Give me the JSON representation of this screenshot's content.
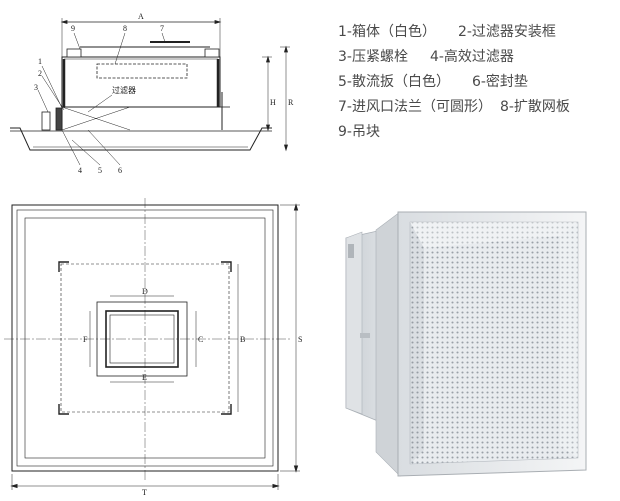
{
  "legend": {
    "rows": [
      [
        "1-箱体（白色）",
        "2-过滤器安装框"
      ],
      [
        "3-压紧螺栓",
        "4-高效过滤器"
      ],
      [
        "5-散流扳（白色）",
        "6-密封垫"
      ],
      [
        "7-进风口法兰（可圆形）",
        "8-扩散网板"
      ],
      [
        "9-吊块"
      ]
    ]
  },
  "side_view": {
    "dim_top": "A",
    "dim_right_h": "H",
    "dim_right_r": "R",
    "filter_label": "过滤器",
    "callouts_top": [
      "9",
      "8",
      "7"
    ],
    "callouts_left": [
      "1",
      "2",
      "3"
    ],
    "callouts_bottom": [
      "4",
      "5",
      "6"
    ]
  },
  "plan_view": {
    "dim_bottom": "T",
    "dim_right": "S",
    "dim_inner_right": "B",
    "dim_top_inner": "D",
    "dim_bottom_inner": "E",
    "dim_left_inner": "F",
    "dim_right_inner": "C"
  },
  "photo": {
    "description_icon": "hepa-diffuser-box-photo"
  }
}
